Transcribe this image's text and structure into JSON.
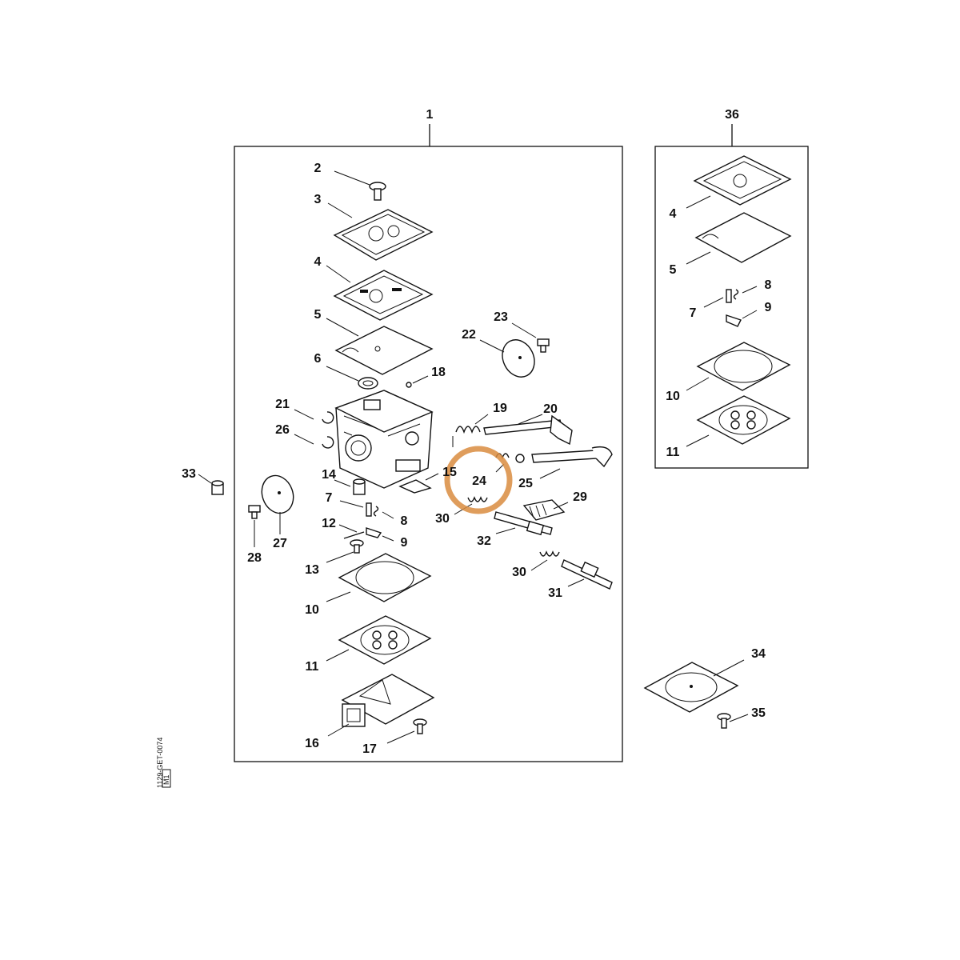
{
  "highlight": {
    "part": "24",
    "color": "#d98c3f"
  },
  "code_text": "1129-GET-0074",
  "code_box_text": "M1",
  "labels": [
    {
      "id": "1",
      "text": "1"
    },
    {
      "id": "36",
      "text": "36"
    },
    {
      "id": "2",
      "text": "2"
    },
    {
      "id": "3",
      "text": "3"
    },
    {
      "id": "4a",
      "text": "4"
    },
    {
      "id": "5a",
      "text": "5"
    },
    {
      "id": "6",
      "text": "6"
    },
    {
      "id": "18",
      "text": "18"
    },
    {
      "id": "21",
      "text": "21"
    },
    {
      "id": "26",
      "text": "26"
    },
    {
      "id": "22",
      "text": "22"
    },
    {
      "id": "23",
      "text": "23"
    },
    {
      "id": "19",
      "text": "19"
    },
    {
      "id": "20",
      "text": "20"
    },
    {
      "id": "15",
      "text": "15"
    },
    {
      "id": "24",
      "text": "24"
    },
    {
      "id": "25",
      "text": "25"
    },
    {
      "id": "33",
      "text": "33"
    },
    {
      "id": "14",
      "text": "14"
    },
    {
      "id": "7a",
      "text": "7"
    },
    {
      "id": "8a",
      "text": "8"
    },
    {
      "id": "12",
      "text": "12"
    },
    {
      "id": "9a",
      "text": "9"
    },
    {
      "id": "27",
      "text": "27"
    },
    {
      "id": "28",
      "text": "28"
    },
    {
      "id": "13",
      "text": "13"
    },
    {
      "id": "30a",
      "text": "30"
    },
    {
      "id": "29",
      "text": "29"
    },
    {
      "id": "32",
      "text": "32"
    },
    {
      "id": "30b",
      "text": "30"
    },
    {
      "id": "31",
      "text": "31"
    },
    {
      "id": "10a",
      "text": "10"
    },
    {
      "id": "11a",
      "text": "11"
    },
    {
      "id": "16",
      "text": "16"
    },
    {
      "id": "17",
      "text": "17"
    },
    {
      "id": "4b",
      "text": "4"
    },
    {
      "id": "5b",
      "text": "5"
    },
    {
      "id": "7b",
      "text": "7"
    },
    {
      "id": "8b",
      "text": "8"
    },
    {
      "id": "9b",
      "text": "9"
    },
    {
      "id": "10b",
      "text": "10"
    },
    {
      "id": "11b",
      "text": "11"
    },
    {
      "id": "34",
      "text": "34"
    },
    {
      "id": "35",
      "text": "35"
    }
  ]
}
